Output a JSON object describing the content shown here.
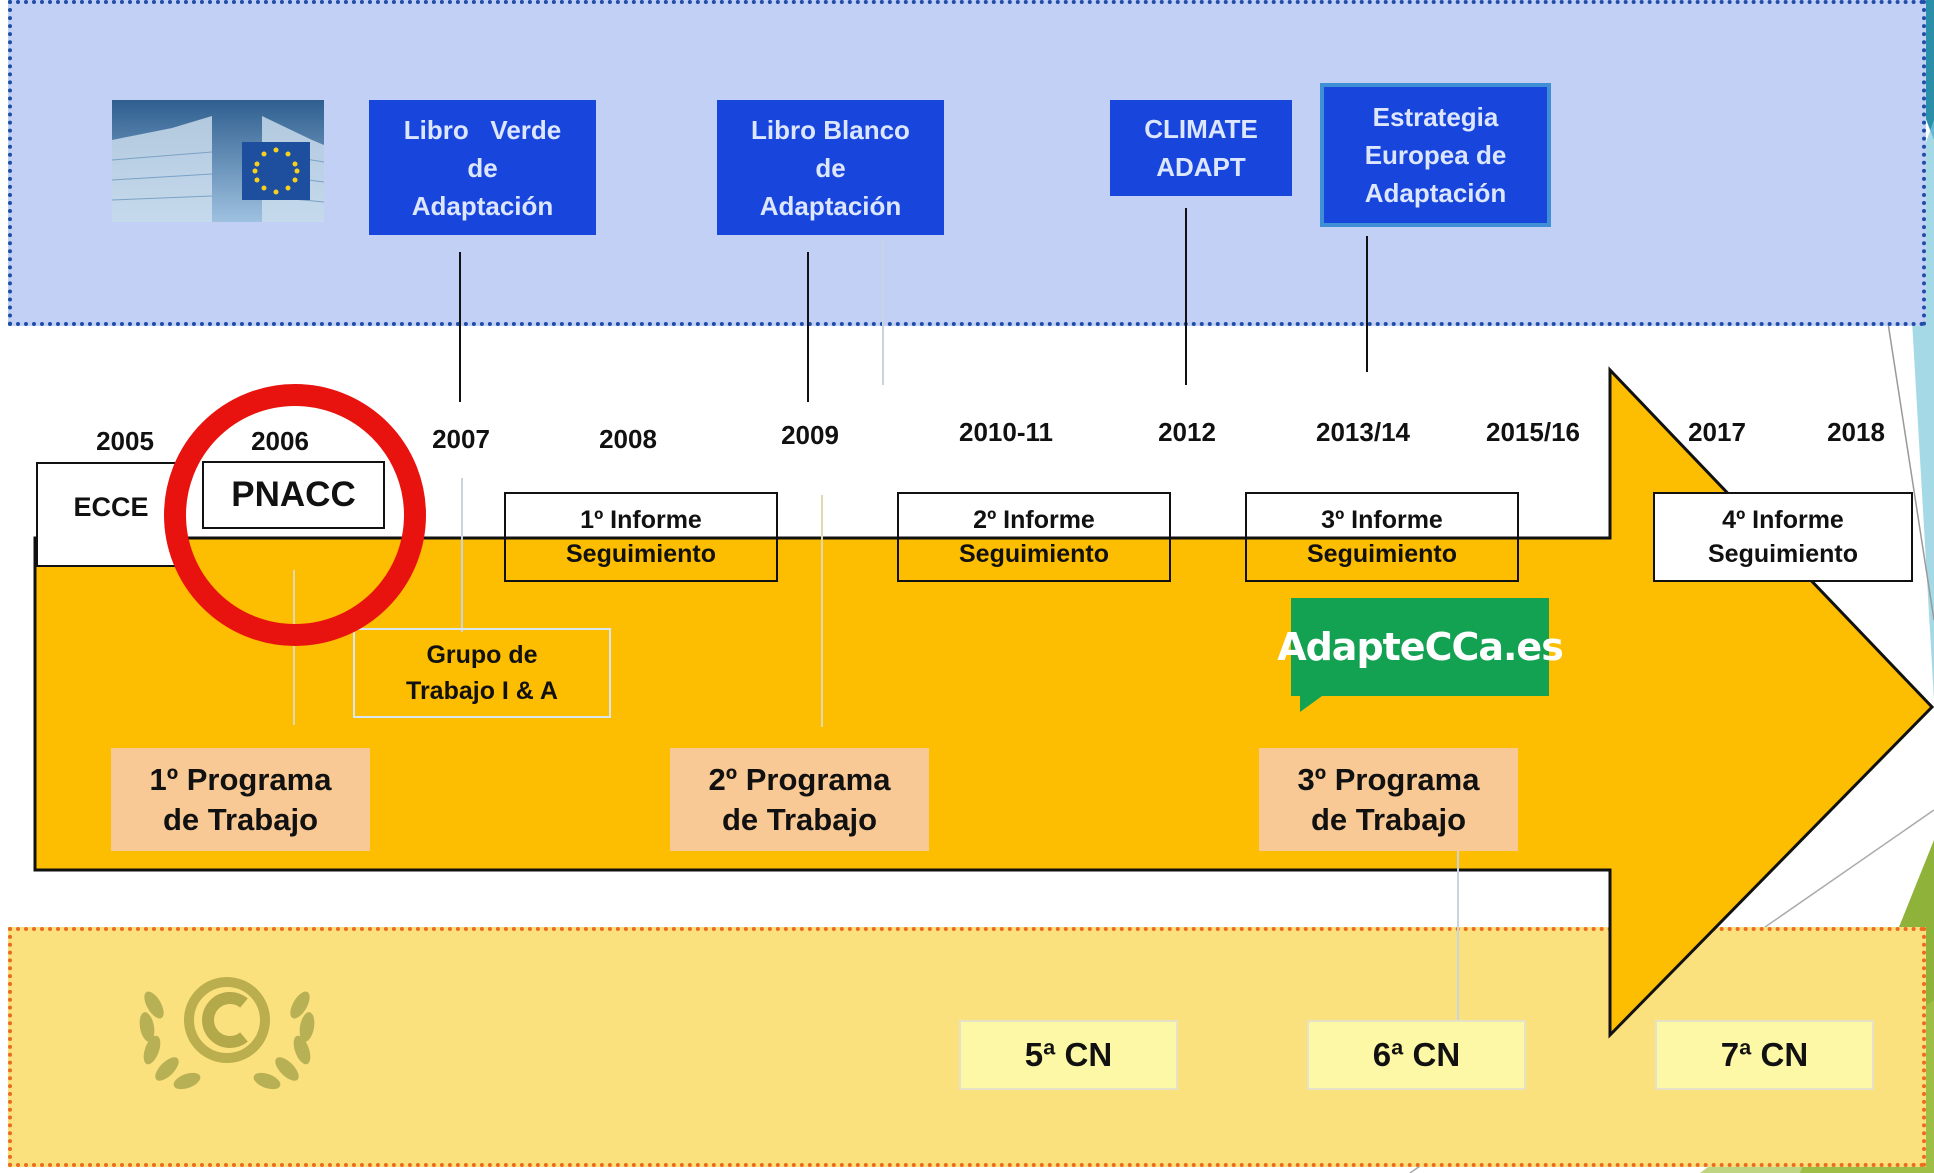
{
  "eu_documents": [
    {
      "id": "libro-verde",
      "lines": [
        "Libro   Verde",
        "de",
        "Adaptación"
      ]
    },
    {
      "id": "libro-blanco",
      "lines": [
        "Libro Blanco",
        "de",
        "Adaptación"
      ]
    },
    {
      "id": "climate-adapt",
      "lines": [
        "CLIMATE",
        "ADAPT"
      ]
    },
    {
      "id": "estrategia",
      "lines": [
        "Estrategia",
        "Europea de",
        "Adaptación"
      ]
    }
  ],
  "years": [
    "2005",
    "2006",
    "2007",
    "2008",
    "2009",
    "2010-11",
    "2012",
    "2013/14",
    "2015/16",
    "2017",
    "2018"
  ],
  "ecce_label": "ECCE",
  "pnacc_label": "PNACC",
  "informes": [
    {
      "line1": "1º Informe",
      "line2": "Seguimiento"
    },
    {
      "line1": "2º Informe",
      "line2": "Seguimiento"
    },
    {
      "line1": "3º Informe",
      "line2": "Seguimiento"
    },
    {
      "line1": "4º Informe",
      "line2": "Seguimiento"
    }
  ],
  "grupo": {
    "line1": "Grupo de",
    "line2": "Trabajo I & A"
  },
  "programas": [
    {
      "line1": "1º Programa",
      "line2": "de Trabajo"
    },
    {
      "line1": "2º Programa",
      "line2": "de Trabajo"
    },
    {
      "line1": "3º Programa",
      "line2": "de Trabajo"
    }
  ],
  "adaptecca_logo": "AdapteCCa.es",
  "comunicaciones": [
    "5ª CN",
    "6ª CN",
    "7ª CN"
  ],
  "colors": {
    "eu_band": "#c2d0f5",
    "eu_band_border": "#1f4ea8",
    "unfccc_band": "#fbe17e",
    "unfccc_band_border": "#ec6b1f",
    "arrow": "#fdbd00",
    "doc_box": "#1846dc",
    "programa_box": "#f8c994",
    "cn_box": "#fdf8a6",
    "highlight_circle": "#e8130f",
    "adaptecca_green": "#13a152"
  },
  "icons": {
    "eu_logo": "eu-commission-building-icon",
    "unfccc_logo": "unfccc-laurel-icon"
  }
}
